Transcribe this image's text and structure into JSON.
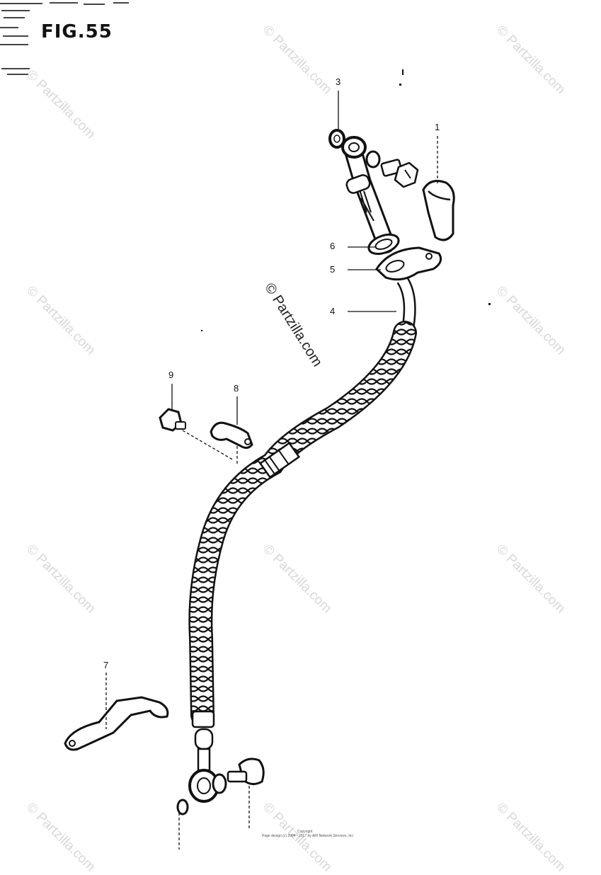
{
  "figure": {
    "title": "FIG.55"
  },
  "callouts": [
    {
      "id": "c3",
      "label": "3"
    },
    {
      "id": "c1",
      "label": "1"
    },
    {
      "id": "c6a",
      "label": "6"
    },
    {
      "id": "c5",
      "label": "5"
    },
    {
      "id": "c4",
      "label": "4"
    },
    {
      "id": "c9",
      "label": "9"
    },
    {
      "id": "c8",
      "label": "8"
    },
    {
      "id": "c7",
      "label": "7"
    }
  ],
  "watermark": {
    "text": "© Partzilla.com",
    "center_text": "© Partzilla.com",
    "color": "#d8d8d8"
  },
  "footer": {
    "line1": "Copyright",
    "line2": "Page design (c) 2004 - 2017 by ARI Network Services, Inc."
  },
  "icons": [
    "brake-hose-icon",
    "union-bolt-icon",
    "gasket-icon",
    "clamp-icon",
    "bolt-icon",
    "stay-bracket-icon",
    "cap-icon"
  ]
}
